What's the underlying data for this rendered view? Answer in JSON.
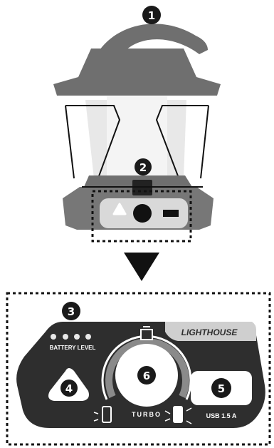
{
  "callouts": {
    "handle": "1",
    "control_panel": "2",
    "battery_indicator": "3",
    "hazard_button": "4",
    "usb_port": "5",
    "dimmer_dial": "6"
  },
  "panel": {
    "brand": "LIGHTHOUSE",
    "battery_label": "BATTERY LEVEL",
    "dial_label": "TURBO",
    "usb_label": "USB 1.5 A",
    "battery_led_count": 4
  },
  "icons": {
    "hazard": "warning-triangle-icon",
    "lantern_low": "lantern-low-icon",
    "lantern_high": "lantern-high-icon",
    "lantern_top": "lantern-top-icon"
  },
  "colors": {
    "lantern_body": "#6f6f6f",
    "lantern_dark": "#555555",
    "glass": "#e6e6e6",
    "panel": "#2e2e2e",
    "badge": "#1a1a1a",
    "brand_tab": "#cfcfcf"
  }
}
